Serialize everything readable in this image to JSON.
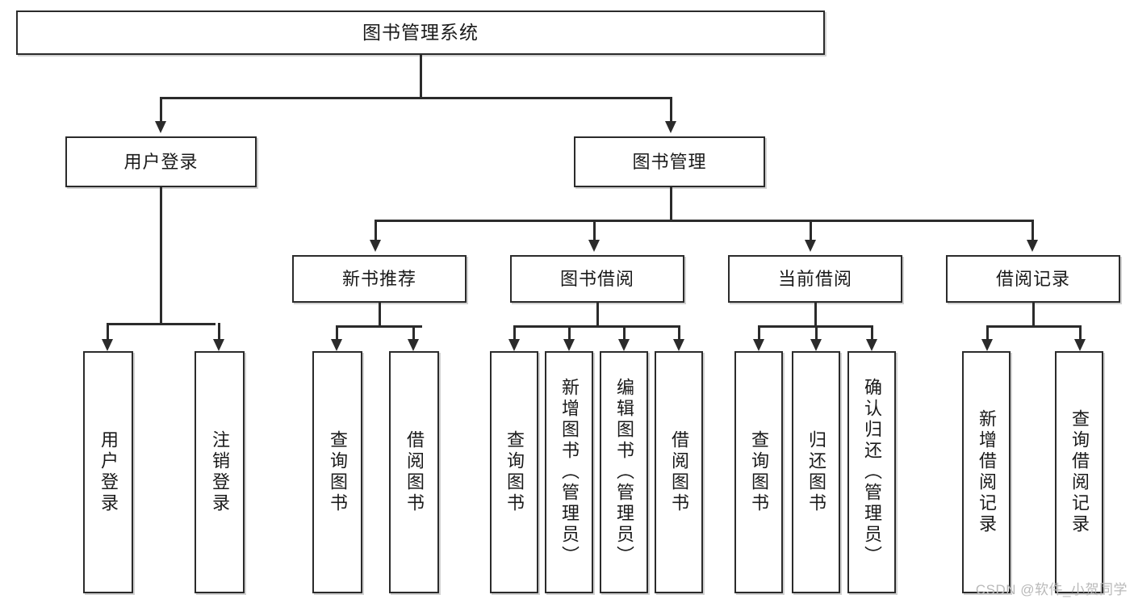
{
  "diagram": {
    "title": "图书管理系统",
    "type": "tree",
    "watermark": "CSDN @软件_小贺同学",
    "colors": {
      "stroke": "#2b2b2b",
      "fill": "#ffffff",
      "text": "#1a1a1a",
      "watermark": "#b9b9b9"
    },
    "root": {
      "label": "图书管理系统"
    },
    "level2": [
      {
        "label": "用户登录"
      },
      {
        "label": "图书管理"
      }
    ],
    "level3": [
      {
        "label": "新书推荐"
      },
      {
        "label": "图书借阅"
      },
      {
        "label": "当前借阅"
      },
      {
        "label": "借阅记录"
      }
    ],
    "leaves": {
      "user_login": [
        {
          "label": "用户登录"
        },
        {
          "label": "注销登录"
        }
      ],
      "new_book_recommend": [
        {
          "label": "查询图书"
        },
        {
          "label": "借阅图书"
        }
      ],
      "book_borrow": [
        {
          "label": "查询图书"
        },
        {
          "label": "新增图书（管理员）"
        },
        {
          "label": "编辑图书（管理员）"
        },
        {
          "label": "借阅图书"
        }
      ],
      "current_borrow": [
        {
          "label": "查询图书"
        },
        {
          "label": "归还图书"
        },
        {
          "label": "确认归还（管理员）"
        }
      ],
      "borrow_record": [
        {
          "label": "新增借阅记录"
        },
        {
          "label": "查询借阅记录"
        }
      ]
    }
  }
}
